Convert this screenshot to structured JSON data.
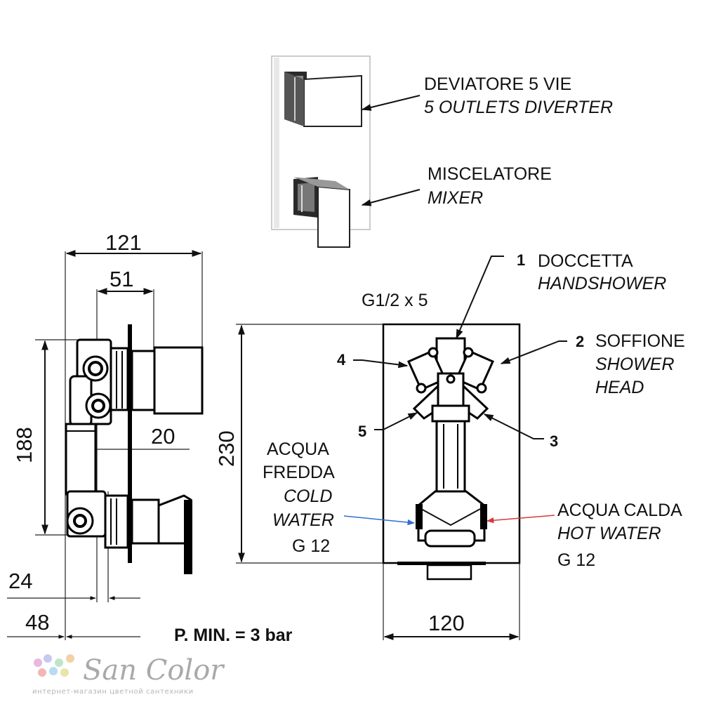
{
  "labels": {
    "diverter_it": "DEVIATORE 5 VIE",
    "diverter_en": "5 OUTLETS DIVERTER",
    "mixer_it": "MISCELATORE",
    "mixer_en": "MIXER",
    "outlet1_num": "1",
    "outlet1_it": "DOCCETTA",
    "outlet1_en": "HANDSHOWER",
    "outlet2_num": "2",
    "outlet2_it": "SOFFIONE",
    "outlet2_en_line1": "SHOWER",
    "outlet2_en_line2": "HEAD",
    "outlet3_num": "3",
    "outlet4_num": "4",
    "outlet5_num": "5",
    "thread": "G1/2 x 5",
    "cold_it_line1": "ACQUA",
    "cold_it_line2": "FREDDA",
    "cold_en_line1": "COLD",
    "cold_en_line2": "WATER",
    "cold_thread": "G 12",
    "hot_it": "ACQUA CALDA",
    "hot_en": "HOT WATER",
    "hot_thread": "G 12",
    "pressure": "P. MIN. = 3 bar"
  },
  "dimensions": {
    "width_total": "121",
    "handle_offset": "51",
    "height_188": "188",
    "depth_20": "20",
    "depth_24": "24",
    "depth_48": "48",
    "height_230": "230",
    "width_120": "120"
  },
  "watermark": {
    "brand": "San Color",
    "tagline": "интернет-магазин цветной сантехники"
  },
  "colors": {
    "line": "#111111",
    "cold_arrow": "#2f6fd6",
    "hot_arrow": "#d63a3a",
    "watermark": "#a9a9a9"
  }
}
